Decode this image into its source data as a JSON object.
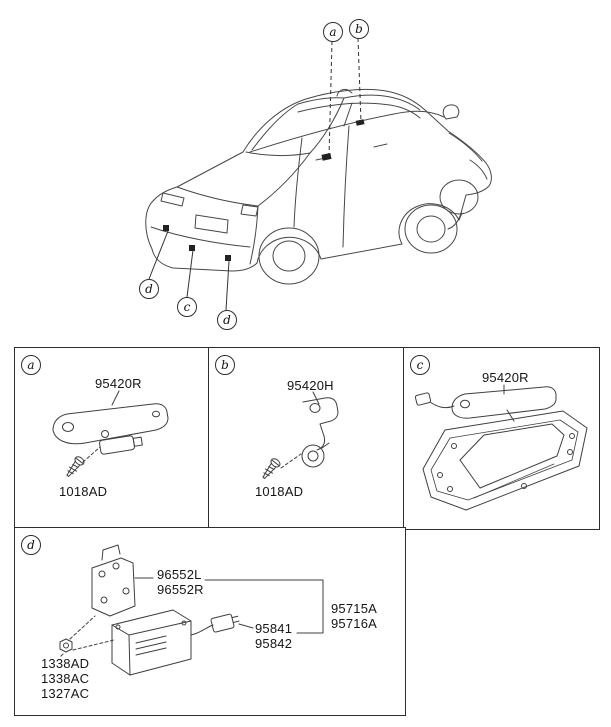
{
  "callouts": {
    "a": "a",
    "b": "b",
    "c": "c",
    "d": "d"
  },
  "vehicle": {
    "top": [
      {
        "label": "a"
      },
      {
        "label": "b"
      }
    ],
    "bottom": [
      {
        "label": "d"
      },
      {
        "label": "c"
      },
      {
        "label": "d"
      }
    ]
  },
  "sections": {
    "a": {
      "callout": "a",
      "bracket_part": "95420R",
      "screw_part": "1018AD"
    },
    "b": {
      "callout": "b",
      "bracket_part": "95420H",
      "screw_part": "1018AD"
    },
    "c": {
      "callout": "c",
      "bracket_part": "95420R"
    },
    "d": {
      "callout": "d",
      "bracket_left": "96552L",
      "bracket_right": "96552R",
      "assy_left": "95715A",
      "assy_right": "95716A",
      "ext_left": "95841",
      "ext_right": "95842",
      "nut_1": "1338AD",
      "nut_2": "1338AC",
      "nut_3": "1327AC"
    }
  }
}
